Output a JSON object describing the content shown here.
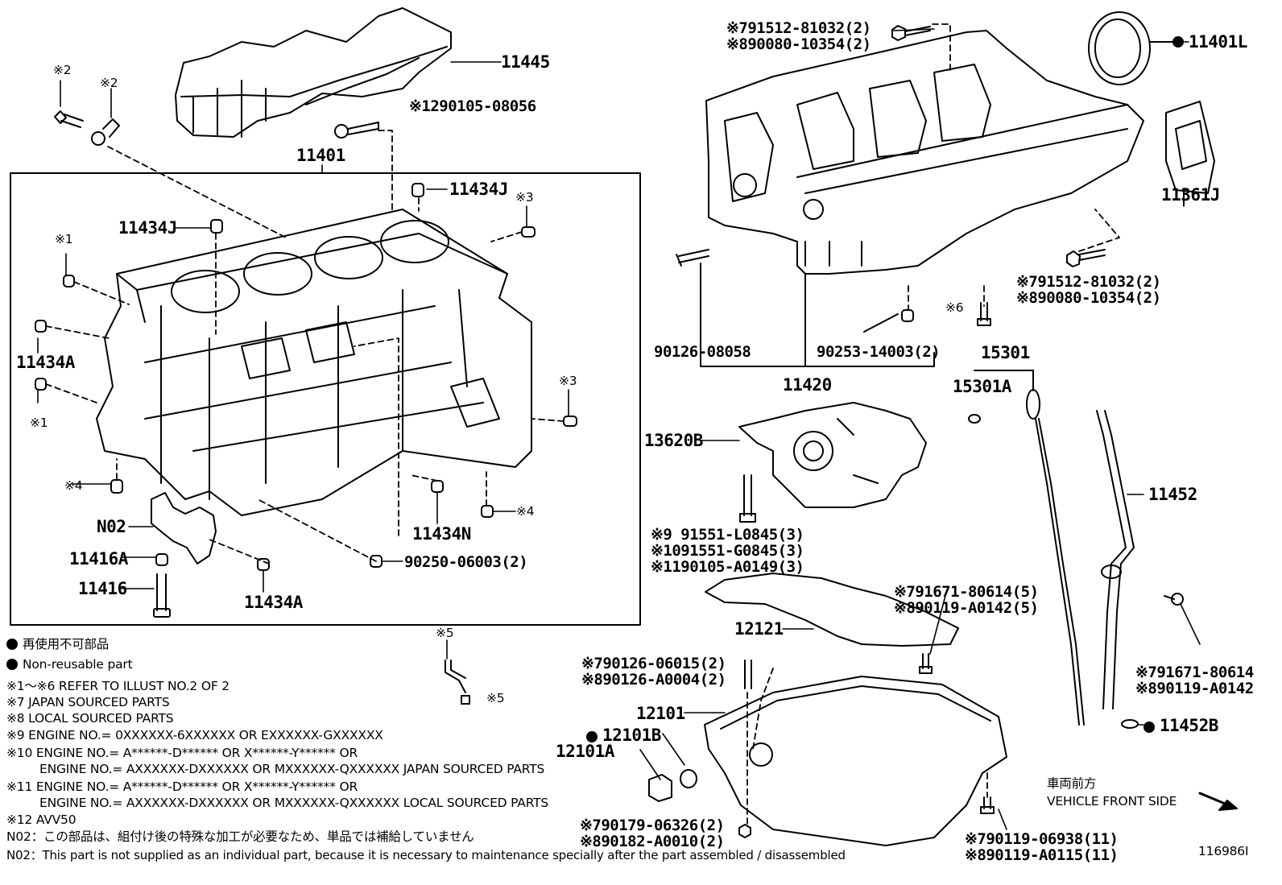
{
  "diagram_id": "116986I",
  "part_labels": {
    "p11445": "11445",
    "p90105_08056": "※1290105-08056",
    "p11401": "11401",
    "p11434J_a": "11434J",
    "p11434J_b": "11434J",
    "p11434A_a": "11434A",
    "p11434A_b": "11434A",
    "p11434N": "11434N",
    "pN02": "N02",
    "p11416A": "11416A",
    "p11416": "11416",
    "p90250": "90250-06003(2)",
    "mark1a": "※1",
    "mark1b": "※1",
    "mark2a": "※2",
    "mark2b": "※2",
    "mark3a": "※3",
    "mark3b": "※3",
    "mark4a": "※4",
    "mark4b": "※4",
    "mark5a": "※5",
    "mark5b": "※5",
    "mark6": "※6",
    "top_bolt_1": "※791512-81032(2)",
    "top_bolt_2": "※890080-10354(2)",
    "p11401L": "11401L",
    "p11361J": "11361J",
    "right_bolt_1": "※791512-81032(2)",
    "right_bolt_2": "※890080-10354(2)",
    "p90126_08058": "90126-08058",
    "p90253": "90253-14003(2)",
    "p11420": "11420",
    "p15301": "15301",
    "p15301A": "15301A",
    "p13620B": "13620B",
    "oil_bolt_1": "※9 91551-L0845(3)",
    "oil_bolt_2": "※1091551-G0845(3)",
    "oil_bolt_3": "※1190105-A0149(3)",
    "p11452": "11452",
    "p12121": "12121",
    "baffle_bolt_1": "※791671-80614(5)",
    "baffle_bolt_2": "※890119-A0142(5)",
    "guide_bolt_1": "※791671-80614",
    "guide_bolt_2": "※890119-A0142",
    "stud_1": "※790126-06015(2)",
    "stud_2": "※890126-A0004(2)",
    "p12101": "12101",
    "p12101B": "12101B",
    "p12101A": "12101A",
    "p11452B": "11452B",
    "nut_1": "※790179-06326(2)",
    "nut_2": "※890182-A0010(2)",
    "pan_bolt_1": "※790119-06938(11)",
    "pan_bolt_2": "※890119-A0115(11)"
  },
  "front_side": {
    "jp": "車両前方",
    "en": "VEHICLE FRONT SIDE"
  },
  "legend": [
    "再使用不可部品",
    "Non-reusable part",
    "※1～※6  REFER TO ILLUST NO.2 OF 2",
    "※7 JAPAN SOURCED PARTS",
    "※8 LOCAL SOURCED PARTS",
    "※9 ENGINE NO.= 0XXXXXX-6XXXXXX OR EXXXXXX-GXXXXXX",
    "※10 ENGINE NO.= A******-D****** OR X******-Y****** OR",
    "ENGINE NO.= AXXXXXX-DXXXXXX OR MXXXXXX-QXXXXXX  JAPAN SOURCED PARTS",
    "※11 ENGINE NO.= A******-D****** OR X******-Y****** OR",
    "ENGINE NO.= AXXXXXX-DXXXXXX OR MXXXXXX-QXXXXXX LOCAL SOURCED PARTS",
    "※12 AVV50",
    "N02：この部品は、組付け後の特殊な加工が必要なため、単品では補給していません",
    "N02：This part is not supplied as an individual part, because it is necessary to maintenance specially after the part assembled / disassembled"
  ]
}
